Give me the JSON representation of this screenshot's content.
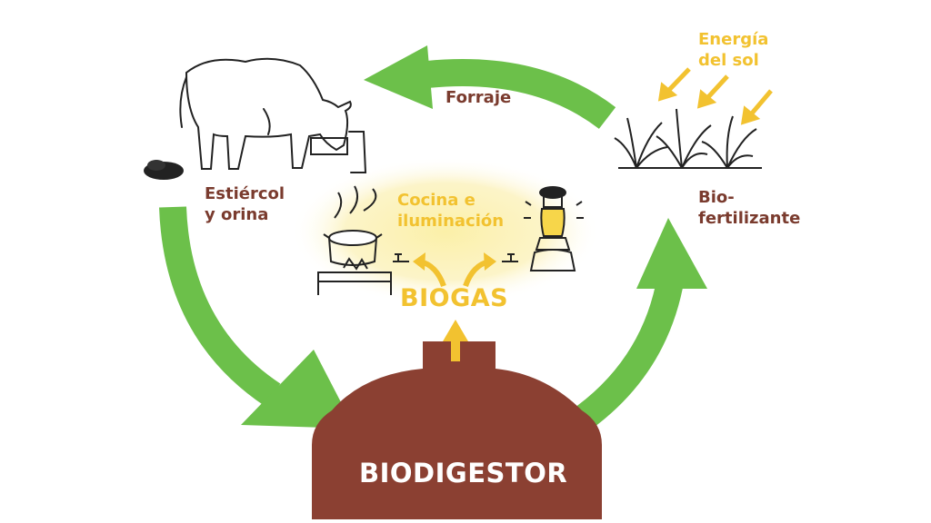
{
  "diagram": {
    "labels": {
      "forage": "Forraje",
      "sun_line1": "Energía",
      "sun_line2": "del sol",
      "manure_line1": "Estiércol",
      "manure_line2": "y orina",
      "cooking_line1": "Cocina e",
      "cooking_line2": "iluminación",
      "biofert_line1": "Bio-",
      "biofert_line2": "fertilizante",
      "biogas": "BIOGAS",
      "digester": "BIODIGESTOR"
    },
    "colors": {
      "cycle_arrow": "#6cc04a",
      "digester": "#8b4032",
      "label_brown": "#7a3b2e",
      "label_yellow": "#f2c230",
      "glow": "#fbf0b0"
    },
    "icons": [
      "cow-icon",
      "manure-icon",
      "plants-icon",
      "sun-rays-icon",
      "cooking-pot-icon",
      "lantern-icon",
      "gas-valve-icon"
    ]
  }
}
